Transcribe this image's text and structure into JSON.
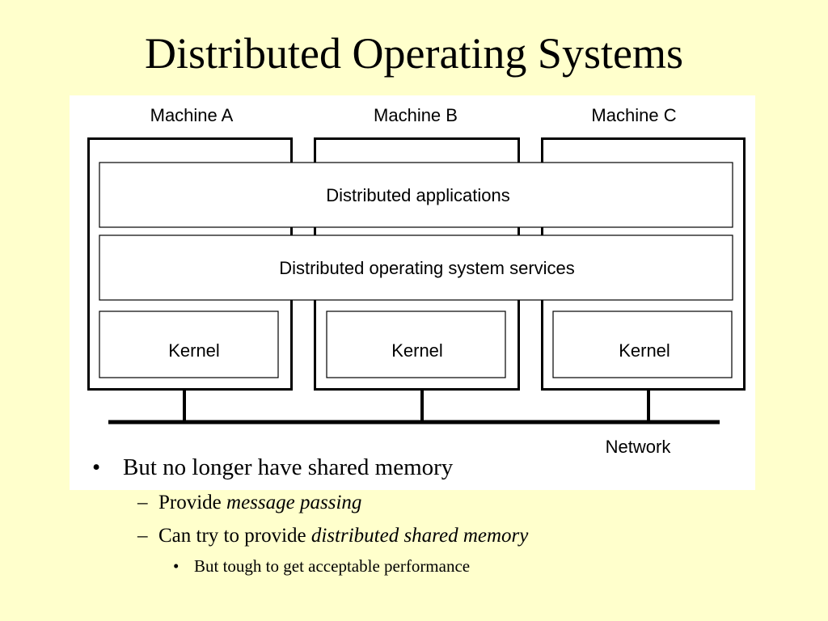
{
  "slide": {
    "title": "Distributed Operating Systems"
  },
  "diagram": {
    "machines": [
      {
        "label": "Machine A"
      },
      {
        "label": "Machine B"
      },
      {
        "label": "Machine C"
      }
    ],
    "applications_label": "Distributed applications",
    "services_label": "Distributed operating system services",
    "kernel_label": "Kernel",
    "network_label": "Network"
  },
  "bullets": {
    "level1": {
      "marker": "•",
      "text": "But no longer have shared memory"
    },
    "level2": [
      {
        "marker": "–",
        "prefix": "Provide ",
        "emphasis": "message passing"
      },
      {
        "marker": "–",
        "prefix": "Can try to provide ",
        "emphasis": "distributed shared memory"
      }
    ],
    "level3": {
      "marker": "•",
      "text": "But tough to get acceptable performance"
    }
  }
}
